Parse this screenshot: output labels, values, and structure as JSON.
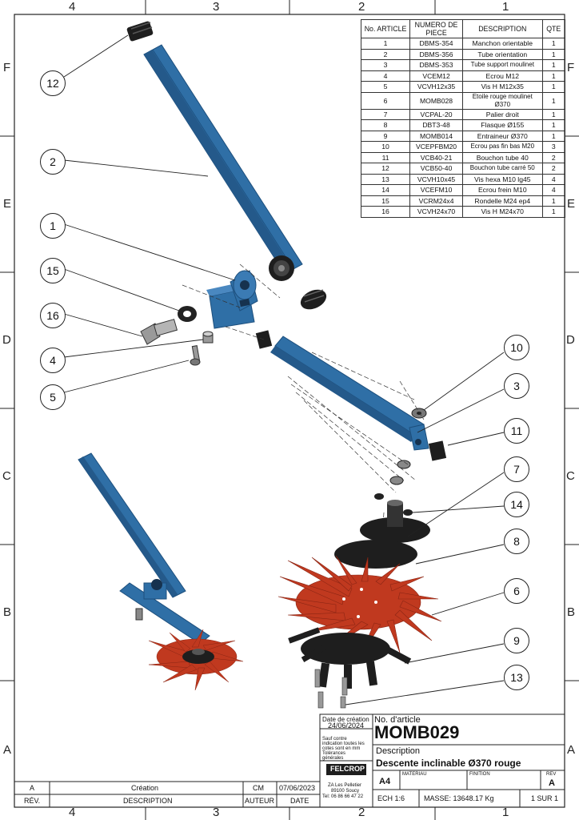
{
  "zones_top": [
    "4",
    "3",
    "2",
    "1"
  ],
  "zones_bottom": [
    "4",
    "3",
    "2",
    "1"
  ],
  "zones_left": [
    "F",
    "E",
    "D",
    "C",
    "B",
    "A"
  ],
  "zones_right": [
    "F",
    "E",
    "D",
    "C",
    "B",
    "A"
  ],
  "bom": {
    "headers": [
      "No. ARTICLE",
      "NUMERO DE PIECE",
      "DESCRIPTION",
      "QTE"
    ],
    "rows": [
      [
        "1",
        "DBMS-354",
        "Manchon orientable",
        "1"
      ],
      [
        "2",
        "DBMS-356",
        "Tube orientation",
        "1"
      ],
      [
        "3",
        "DBMS-353",
        "Tube support moulinet",
        "1"
      ],
      [
        "4",
        "VCEM12",
        "Ecrou M12",
        "1"
      ],
      [
        "5",
        "VCVH12x35",
        "Vis H M12x35",
        "1"
      ],
      [
        "6",
        "MOMB028",
        "Etoile rouge moulinet Ø370",
        "1"
      ],
      [
        "7",
        "VCPAL-20",
        "Palier droit",
        "1"
      ],
      [
        "8",
        "DBT3-48",
        "Flasque Ø155",
        "1"
      ],
      [
        "9",
        "MOMB014",
        "Entraineur Ø370",
        "1"
      ],
      [
        "10",
        "VCEPFBM20",
        "Ecrou pas fin bas M20",
        "3"
      ],
      [
        "11",
        "VCB40-21",
        "Bouchon tube 40",
        "2"
      ],
      [
        "12",
        "VCB50-40",
        "Bouchon tube carré 50",
        "2"
      ],
      [
        "13",
        "VCVH10x45",
        "Vis hexa M10 lg45",
        "4"
      ],
      [
        "14",
        "VCEFM10",
        "Ecrou frein M10",
        "4"
      ],
      [
        "15",
        "VCRM24x4",
        "Rondelle M24 ep4",
        "1"
      ],
      [
        "16",
        "VCVH24x70",
        "Vis H M24x70",
        "1"
      ]
    ]
  },
  "callouts": [
    "12",
    "2",
    "1",
    "15",
    "16",
    "4",
    "5",
    "10",
    "3",
    "11",
    "7",
    "14",
    "8",
    "6",
    "9",
    "13"
  ],
  "colors": {
    "blue": "#2f6fa6",
    "blue_dark": "#1d4f7d",
    "red": "#c0391f",
    "black": "#1e1e1e",
    "line": "#222222"
  },
  "title_block": {
    "date_label": "Date de création",
    "date_value": "24/06/2024",
    "tolerance_note": [
      "Sauf contre",
      "indication toutes les",
      "cotes sont en mm",
      "Tolérances",
      "générales"
    ],
    "logo": "FELCROP",
    "address": [
      "ZA Les Pelletier",
      "89100 Soucy",
      "Tel: 06 86 66 47 22"
    ],
    "article_label": "No. d'article",
    "article_value": "MOMB029",
    "description_label": "Description",
    "description_value": "Descente inclinable Ø370 rouge",
    "format": "A4",
    "materiau_label": "MATERIAU",
    "finition_label": "FINITION",
    "rev_label": "REV",
    "rev_value": "A",
    "scale": "ECH 1:6",
    "mass": "MASSE: 13648.17 Kg",
    "sheet": "1 SUR 1"
  },
  "revision": {
    "rev": "A",
    "description": "Création",
    "author": "CM",
    "date": "07/06/2023",
    "hdr_rev": "RÉV.",
    "hdr_desc": "DESCRIPTION",
    "hdr_author": "AUTEUR",
    "hdr_date": "DATE"
  }
}
